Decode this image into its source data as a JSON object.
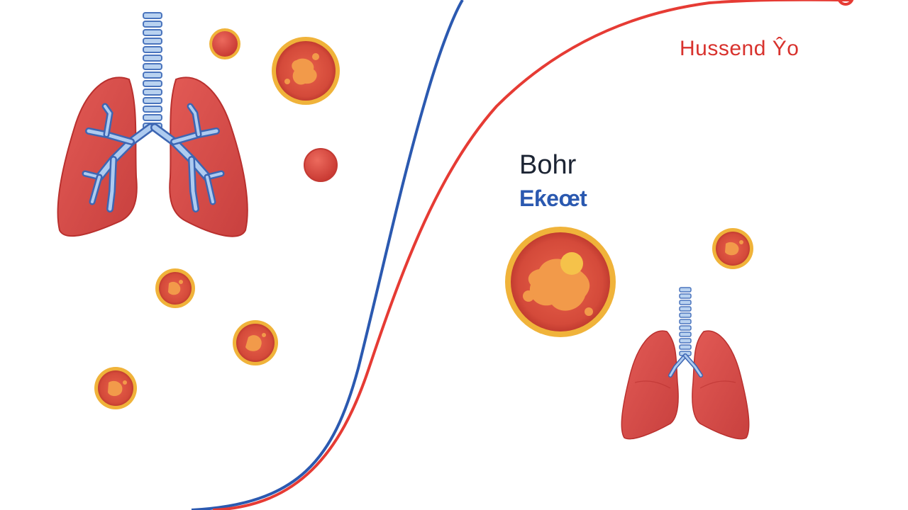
{
  "labels": {
    "top_right": "Hussend Ŷo",
    "bohr": "Bohr",
    "effect": "Eƙeœt"
  },
  "colors": {
    "curve_blue": "#2b59b0",
    "curve_red": "#e63b34",
    "lung_red": "#dc4d4b",
    "bronchi_blue": "#9bbde8",
    "cell_ring": "#f0b33a",
    "cell_core": "#d9503d",
    "cell_spot": "#f29a4a",
    "label_red": "#d8322d",
    "label_dark": "#1c2433",
    "label_blue": "#2b59b0"
  }
}
